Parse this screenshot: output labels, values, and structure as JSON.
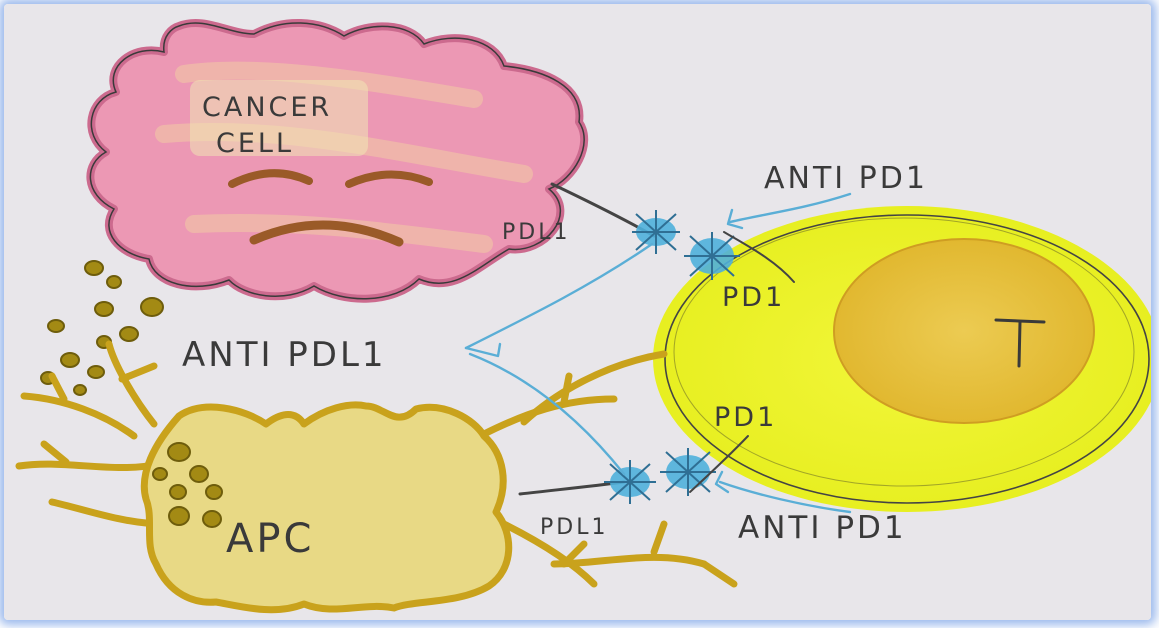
{
  "labels": {
    "cancer_line1": "CANCER",
    "cancer_line2": "CELL",
    "pdl1_top": "PDL1",
    "anti_pd1_top": "ANTI PD1",
    "pd1_top": "PD1",
    "anti_pdl1": "ANTI PDL1",
    "t_cell": "T",
    "pd1_bottom": "PD1",
    "apc": "APC",
    "pdl1_bottom": "PDL1",
    "anti_pd1_bottom": "ANTI PD1"
  },
  "colors": {
    "paper": "#e8e6ea",
    "cancer_cell": "#ec98b4",
    "t_cell": "#ecf22a",
    "t_nucleus": "#e4c23a",
    "apc": "#e8d985",
    "apc_outline": "#c9a21c",
    "receptor": "#4fb0dc",
    "antibody": "#5aaed6",
    "pencil": "#444444"
  }
}
